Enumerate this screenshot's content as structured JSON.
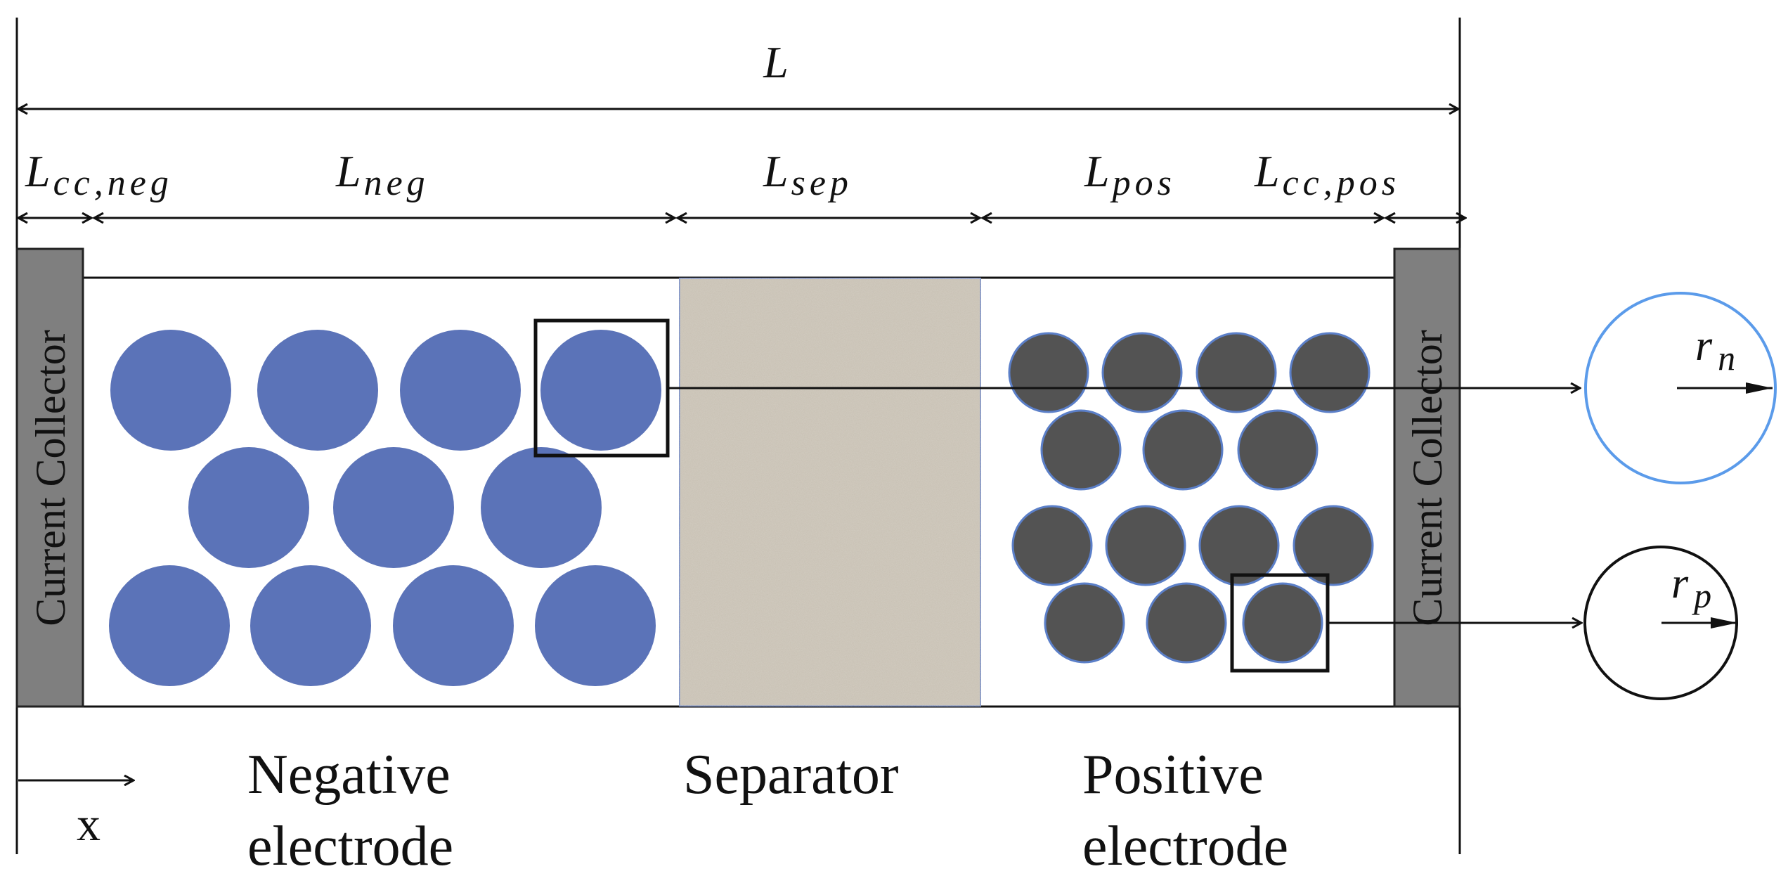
{
  "dimensions": {
    "total": {
      "base": "L",
      "sub": ""
    },
    "cc_neg": {
      "base": "L",
      "sub": "cc,neg"
    },
    "neg": {
      "base": "L",
      "sub": "neg"
    },
    "sep": {
      "base": "L",
      "sub": "sep"
    },
    "pos": {
      "base": "L",
      "sub": "pos"
    },
    "cc_pos": {
      "base": "L",
      "sub": "cc,pos"
    }
  },
  "current_collector_label": "Current Collector",
  "regions": {
    "negative": [
      "Negative",
      "electrode"
    ],
    "separator": [
      "Separator"
    ],
    "positive": [
      "Positive",
      "electrode"
    ]
  },
  "axis": {
    "x_label": "x"
  },
  "radii": {
    "n": {
      "base": "r",
      "sub": "n"
    },
    "p": {
      "base": "r",
      "sub": "p"
    }
  },
  "colors": {
    "collector": "#7f7f7f",
    "negative_particle": "#5b73b8",
    "positive_particle": "#535353",
    "positive_particle_edge": "#5b7fc8",
    "separator": "#c7c0b2",
    "separator_edge": "#5b7fc8",
    "rn_circle": "#5b9bea",
    "line": "#111111"
  }
}
